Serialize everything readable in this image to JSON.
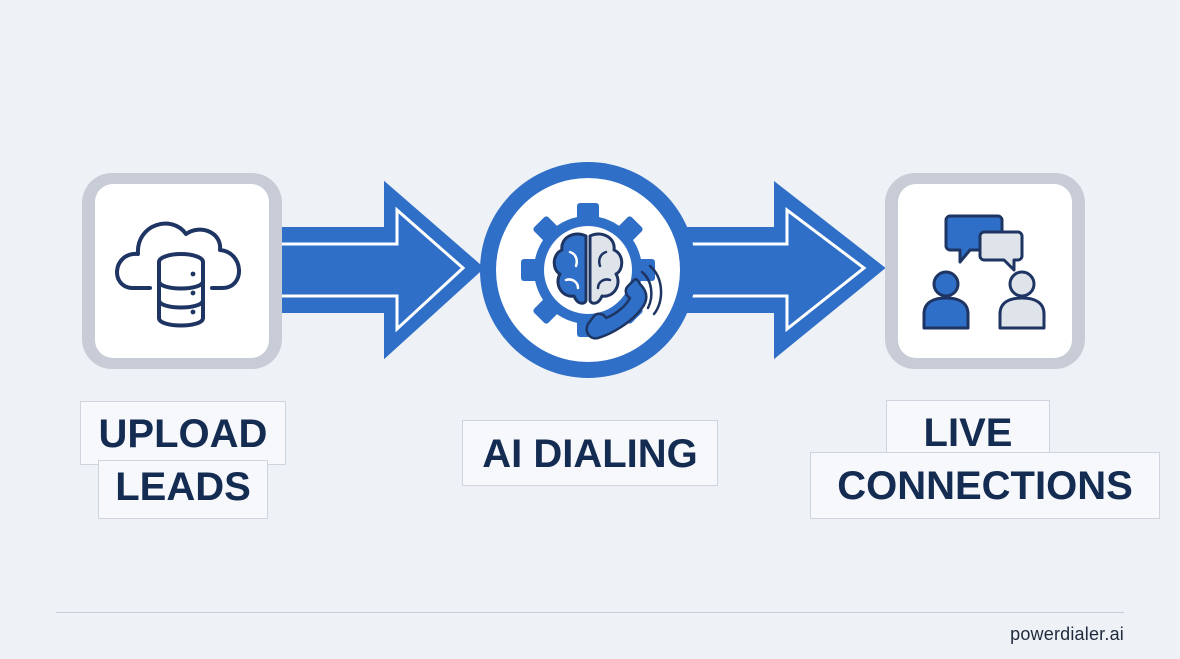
{
  "colors": {
    "background": "#eef1f5",
    "accent_blue": "#2f6fc8",
    "dark_navy": "#1e3563",
    "light_grey": "#c7ccd6",
    "card_white": "#ffffff"
  },
  "steps": [
    {
      "id": "upload-leads",
      "icon": "cloud-database-icon",
      "label_lines": [
        "UPLOAD",
        "LEADS"
      ]
    },
    {
      "id": "ai-dialing",
      "icon": "brain-gear-phone-icon",
      "label_lines": [
        "AI DIALING"
      ]
    },
    {
      "id": "live-connections",
      "icon": "chat-people-icon",
      "label_lines": [
        "LIVE",
        "CONNECTIONS"
      ]
    }
  ],
  "connectors": [
    "right-arrow-icon",
    "right-arrow-icon"
  ],
  "footer": {
    "brand": "powerdialer.ai"
  }
}
